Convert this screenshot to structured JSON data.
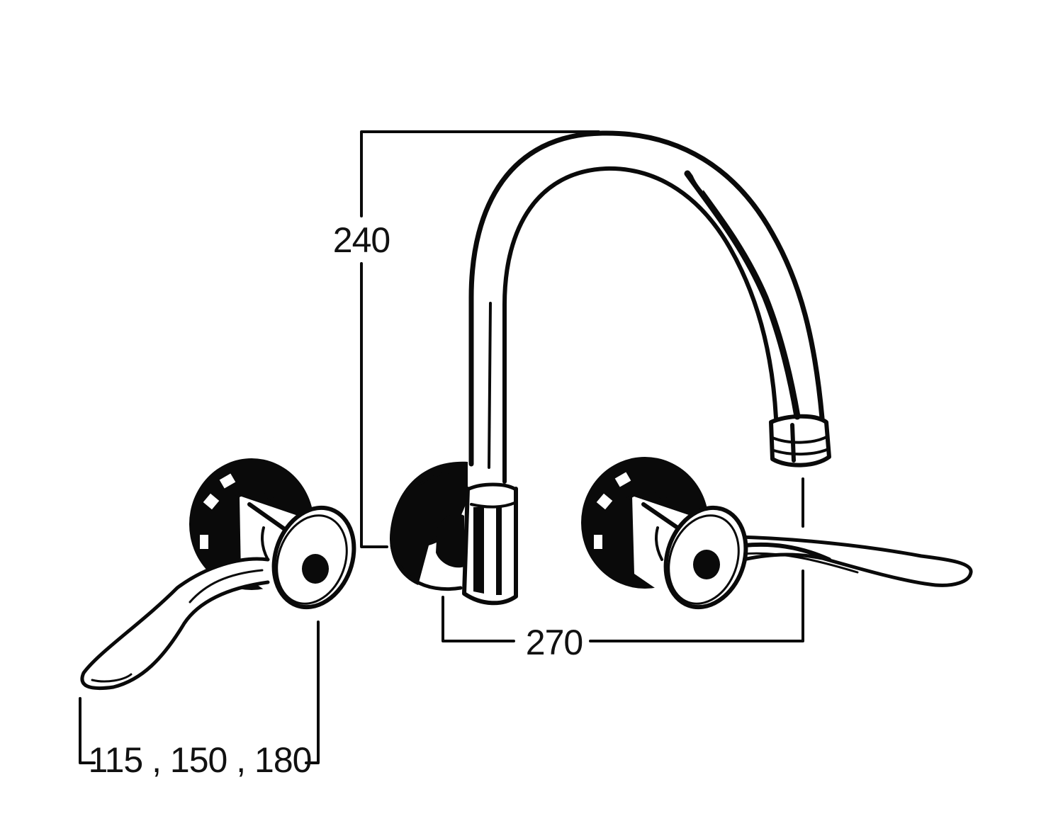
{
  "diagram": {
    "subject": "Wall-mounted tap set with swivel gooseneck spout and lever handles",
    "colors": {
      "ink": "#0a0a0a",
      "background": "#ffffff"
    },
    "components": [
      {
        "id": "left-lever-tap",
        "label": "Left lever handle tap"
      },
      {
        "id": "gooseneck-spout",
        "label": "Gooseneck spout with wall flange"
      },
      {
        "id": "right-lever-tap",
        "label": "Right lever handle tap"
      }
    ],
    "dimensions": {
      "spout_height": {
        "label": "240",
        "orientation": "vertical"
      },
      "spout_reach": {
        "label": "270",
        "orientation": "horizontal"
      },
      "lever_length": {
        "label": "115 , 150 , 180",
        "orientation": "horizontal"
      }
    }
  }
}
